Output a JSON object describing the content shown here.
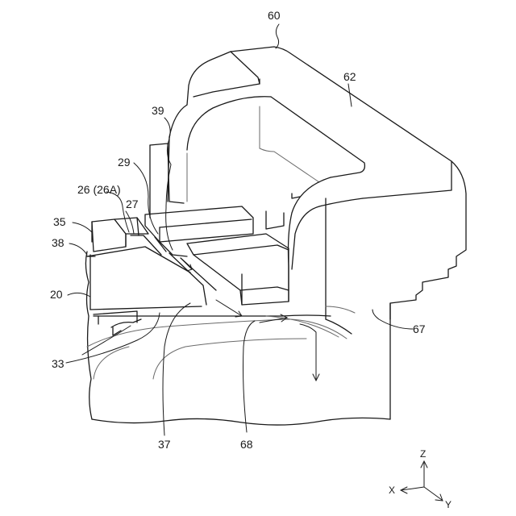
{
  "labels": {
    "l60": "60",
    "l62": "62",
    "l39": "39",
    "l29": "29",
    "l26": "26 (26A)",
    "l27": "27",
    "l35": "35",
    "l38": "38",
    "l20": "20",
    "l33": "33",
    "l37": "37",
    "l68": "68",
    "l67": "67"
  },
  "axes": {
    "z": "Z",
    "x": "X",
    "y": "Y"
  }
}
